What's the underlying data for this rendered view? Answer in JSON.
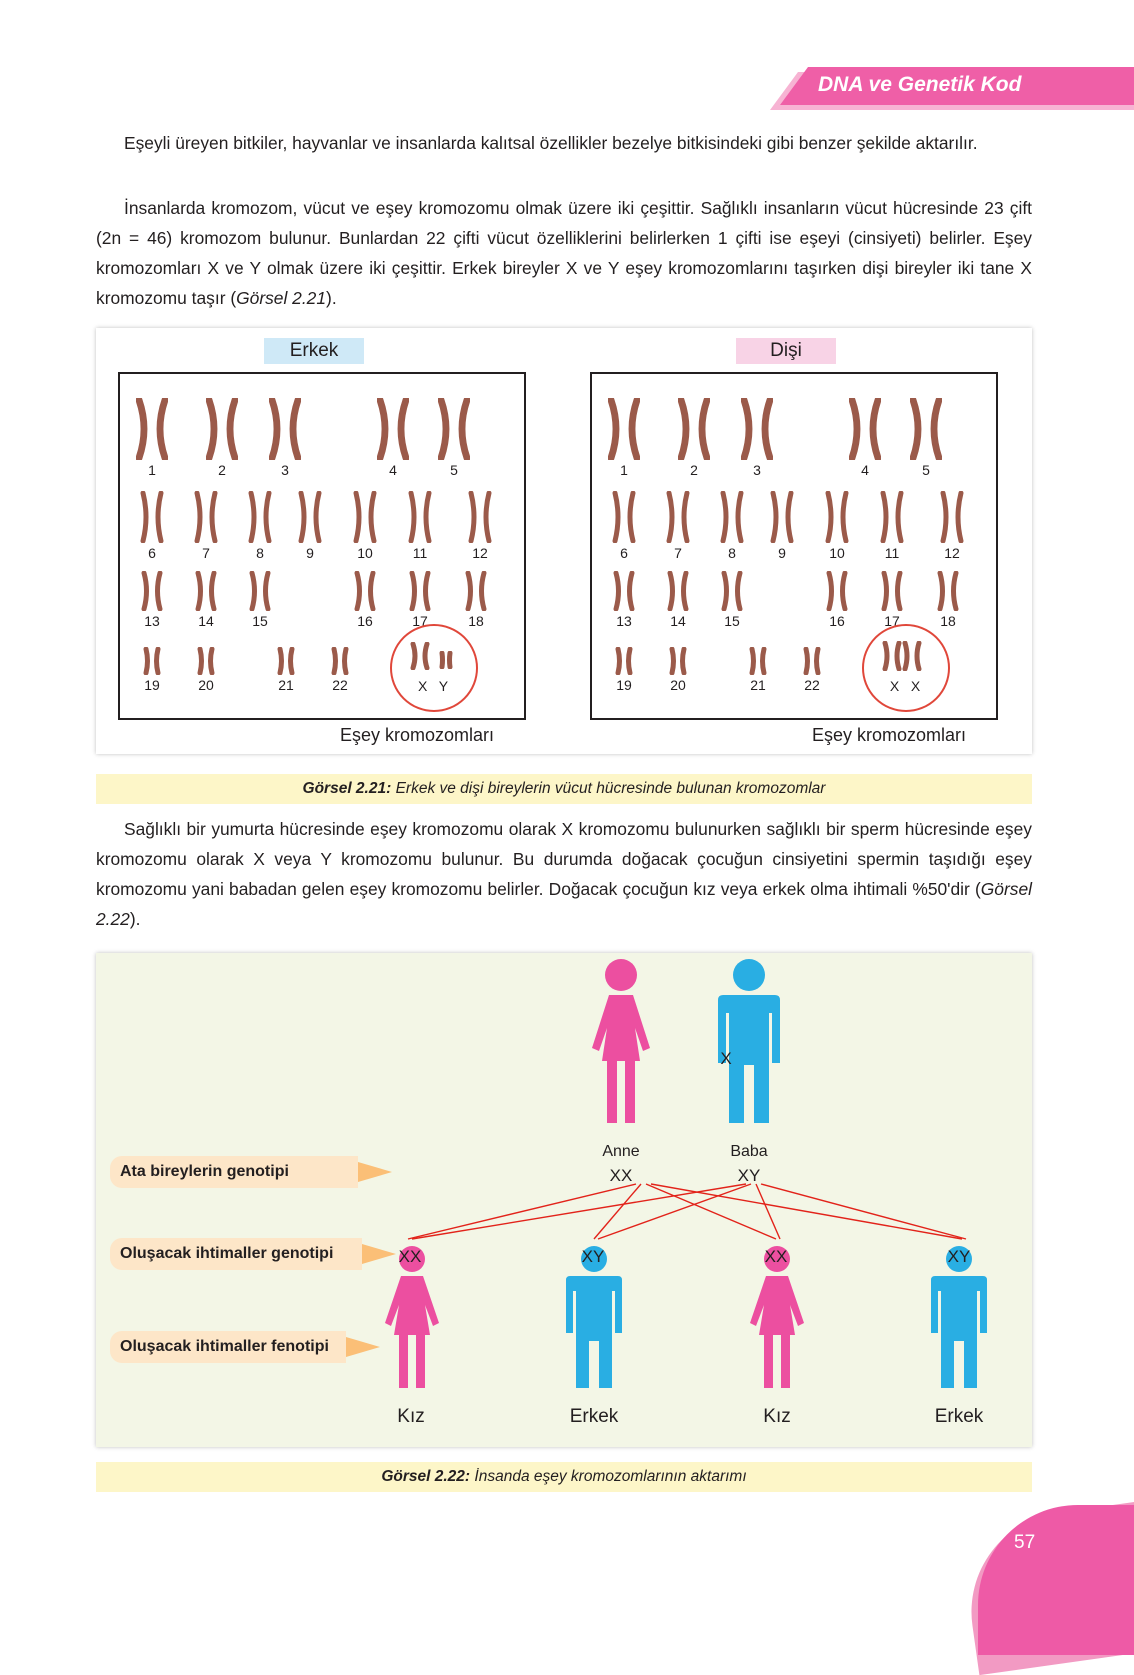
{
  "header": {
    "title": "DNA ve Genetik Kod"
  },
  "paragraphs": {
    "p1": "Eşeyli üreyen bitkiler, hayvanlar ve insanlarda kalıtsal özellikler bezelye bitkisindeki gibi benzer şekilde aktarılır.",
    "p2_a": "İnsanlarda kromozom, vücut ve eşey kromozomu olmak üzere iki çeşittir. Sağlıklı insanların vücut hücresinde 23 çift (2n = 46) kromozom bulunur. Bunlardan 22 çifti vücut özelliklerini belirlerken 1 çifti ise eşeyi (cinsiyeti) belirler. Eşey kromozomları X ve Y olmak üzere iki çeşittir. Erkek bireyler X ve Y eşey kromozomlarını taşırken dişi bireyler iki tane X kromozomu taşır (",
    "p2_ref": "Görsel 2.21",
    "p2_end": ").",
    "p3_a": "Sağlıklı bir yumurta hücresinde eşey kromozomu olarak X kromozomu bulunurken sağlıklı bir sperm hücresinde eşey kromozomu olarak X veya Y kromozomu bulunur. Bu durumda doğacak çocuğun cinsiyetini spermin taşıdığı eşey kromozomu yani babadan gelen eşey kromozomu belirler. Doğacak çocuğun kız veya erkek olma ihtimali %50'dir (",
    "p3_ref": "Görsel 2.22",
    "p3_end": ")."
  },
  "figure1": {
    "male_label": "Erkek",
    "female_label": "Dişi",
    "male_caption": "Eşey kromozomları",
    "female_caption": "Eşey kromozomları",
    "numbers": [
      "1",
      "2",
      "3",
      "4",
      "5",
      "6",
      "7",
      "8",
      "9",
      "10",
      "11",
      "12",
      "13",
      "14",
      "15",
      "16",
      "17",
      "18",
      "19",
      "20",
      "21",
      "22"
    ],
    "male_sex": "X   Y",
    "female_sex": "X   X",
    "colors": {
      "chromosome": "#9b5a4a",
      "male_label_bg": "#cfe9f7",
      "female_label_bg": "#f8d3e6",
      "circle": "#e0473a"
    }
  },
  "caption1": {
    "label": "Görsel 2.21:",
    "text": " Erkek ve dişi bireylerin vücut hücresinde bulunan kromozomlar"
  },
  "figure2": {
    "cross": "X",
    "mother": {
      "name": "Anne",
      "genotype": "XX"
    },
    "father": {
      "name": "Baba",
      "genotype": "XY"
    },
    "row_labels": [
      "Ata bireylerin genotipi",
      "Oluşacak ihtimaller genotipi",
      "Oluşacak ihtimaller fenotipi"
    ],
    "children": [
      {
        "genotype": "XX",
        "phenotype": "Kız"
      },
      {
        "genotype": "XY",
        "phenotype": "Erkek"
      },
      {
        "genotype": "XX",
        "phenotype": "Kız"
      },
      {
        "genotype": "XY",
        "phenotype": "Erkek"
      }
    ],
    "colors": {
      "female": "#ec4fa0",
      "male": "#29aee3",
      "line": "#e2231a"
    }
  },
  "caption2": {
    "label": "Görsel 2.22:",
    "text": " İnsanda eşey kromozomlarının aktarımı"
  },
  "page_number": "57"
}
